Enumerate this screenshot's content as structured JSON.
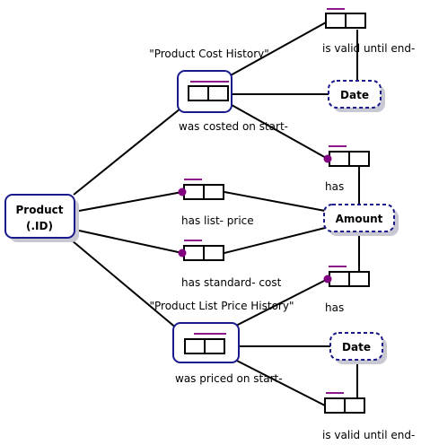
{
  "colors": {
    "entity_border": "#1a1a8c",
    "value_border": "#1a1a8c",
    "line": "#000000",
    "uniqueness_bar": "#8b1a8b",
    "mandatory_dot": "#800080",
    "shadow": "#c8c8d2",
    "background": "#ffffff"
  },
  "entities": {
    "product_line1": "Product",
    "product_line2": "(.ID)"
  },
  "value_types": {
    "amount": "Amount",
    "date_cost": "Date",
    "date_price": "Date"
  },
  "objectified_facts": {
    "cost_history": "\"Product Cost History\"",
    "price_history": "\"Product List Price History\""
  },
  "readings": {
    "cost_valid_until": "is valid until end-",
    "costed_on_start": "was costed on start-",
    "cost_has_amount": "has",
    "has_list_price": "has list- price",
    "has_standard_cost": "has standard- cost",
    "price_has_amount": "has",
    "priced_on_start": "was priced on start-",
    "price_valid_until": "is valid until end-"
  }
}
